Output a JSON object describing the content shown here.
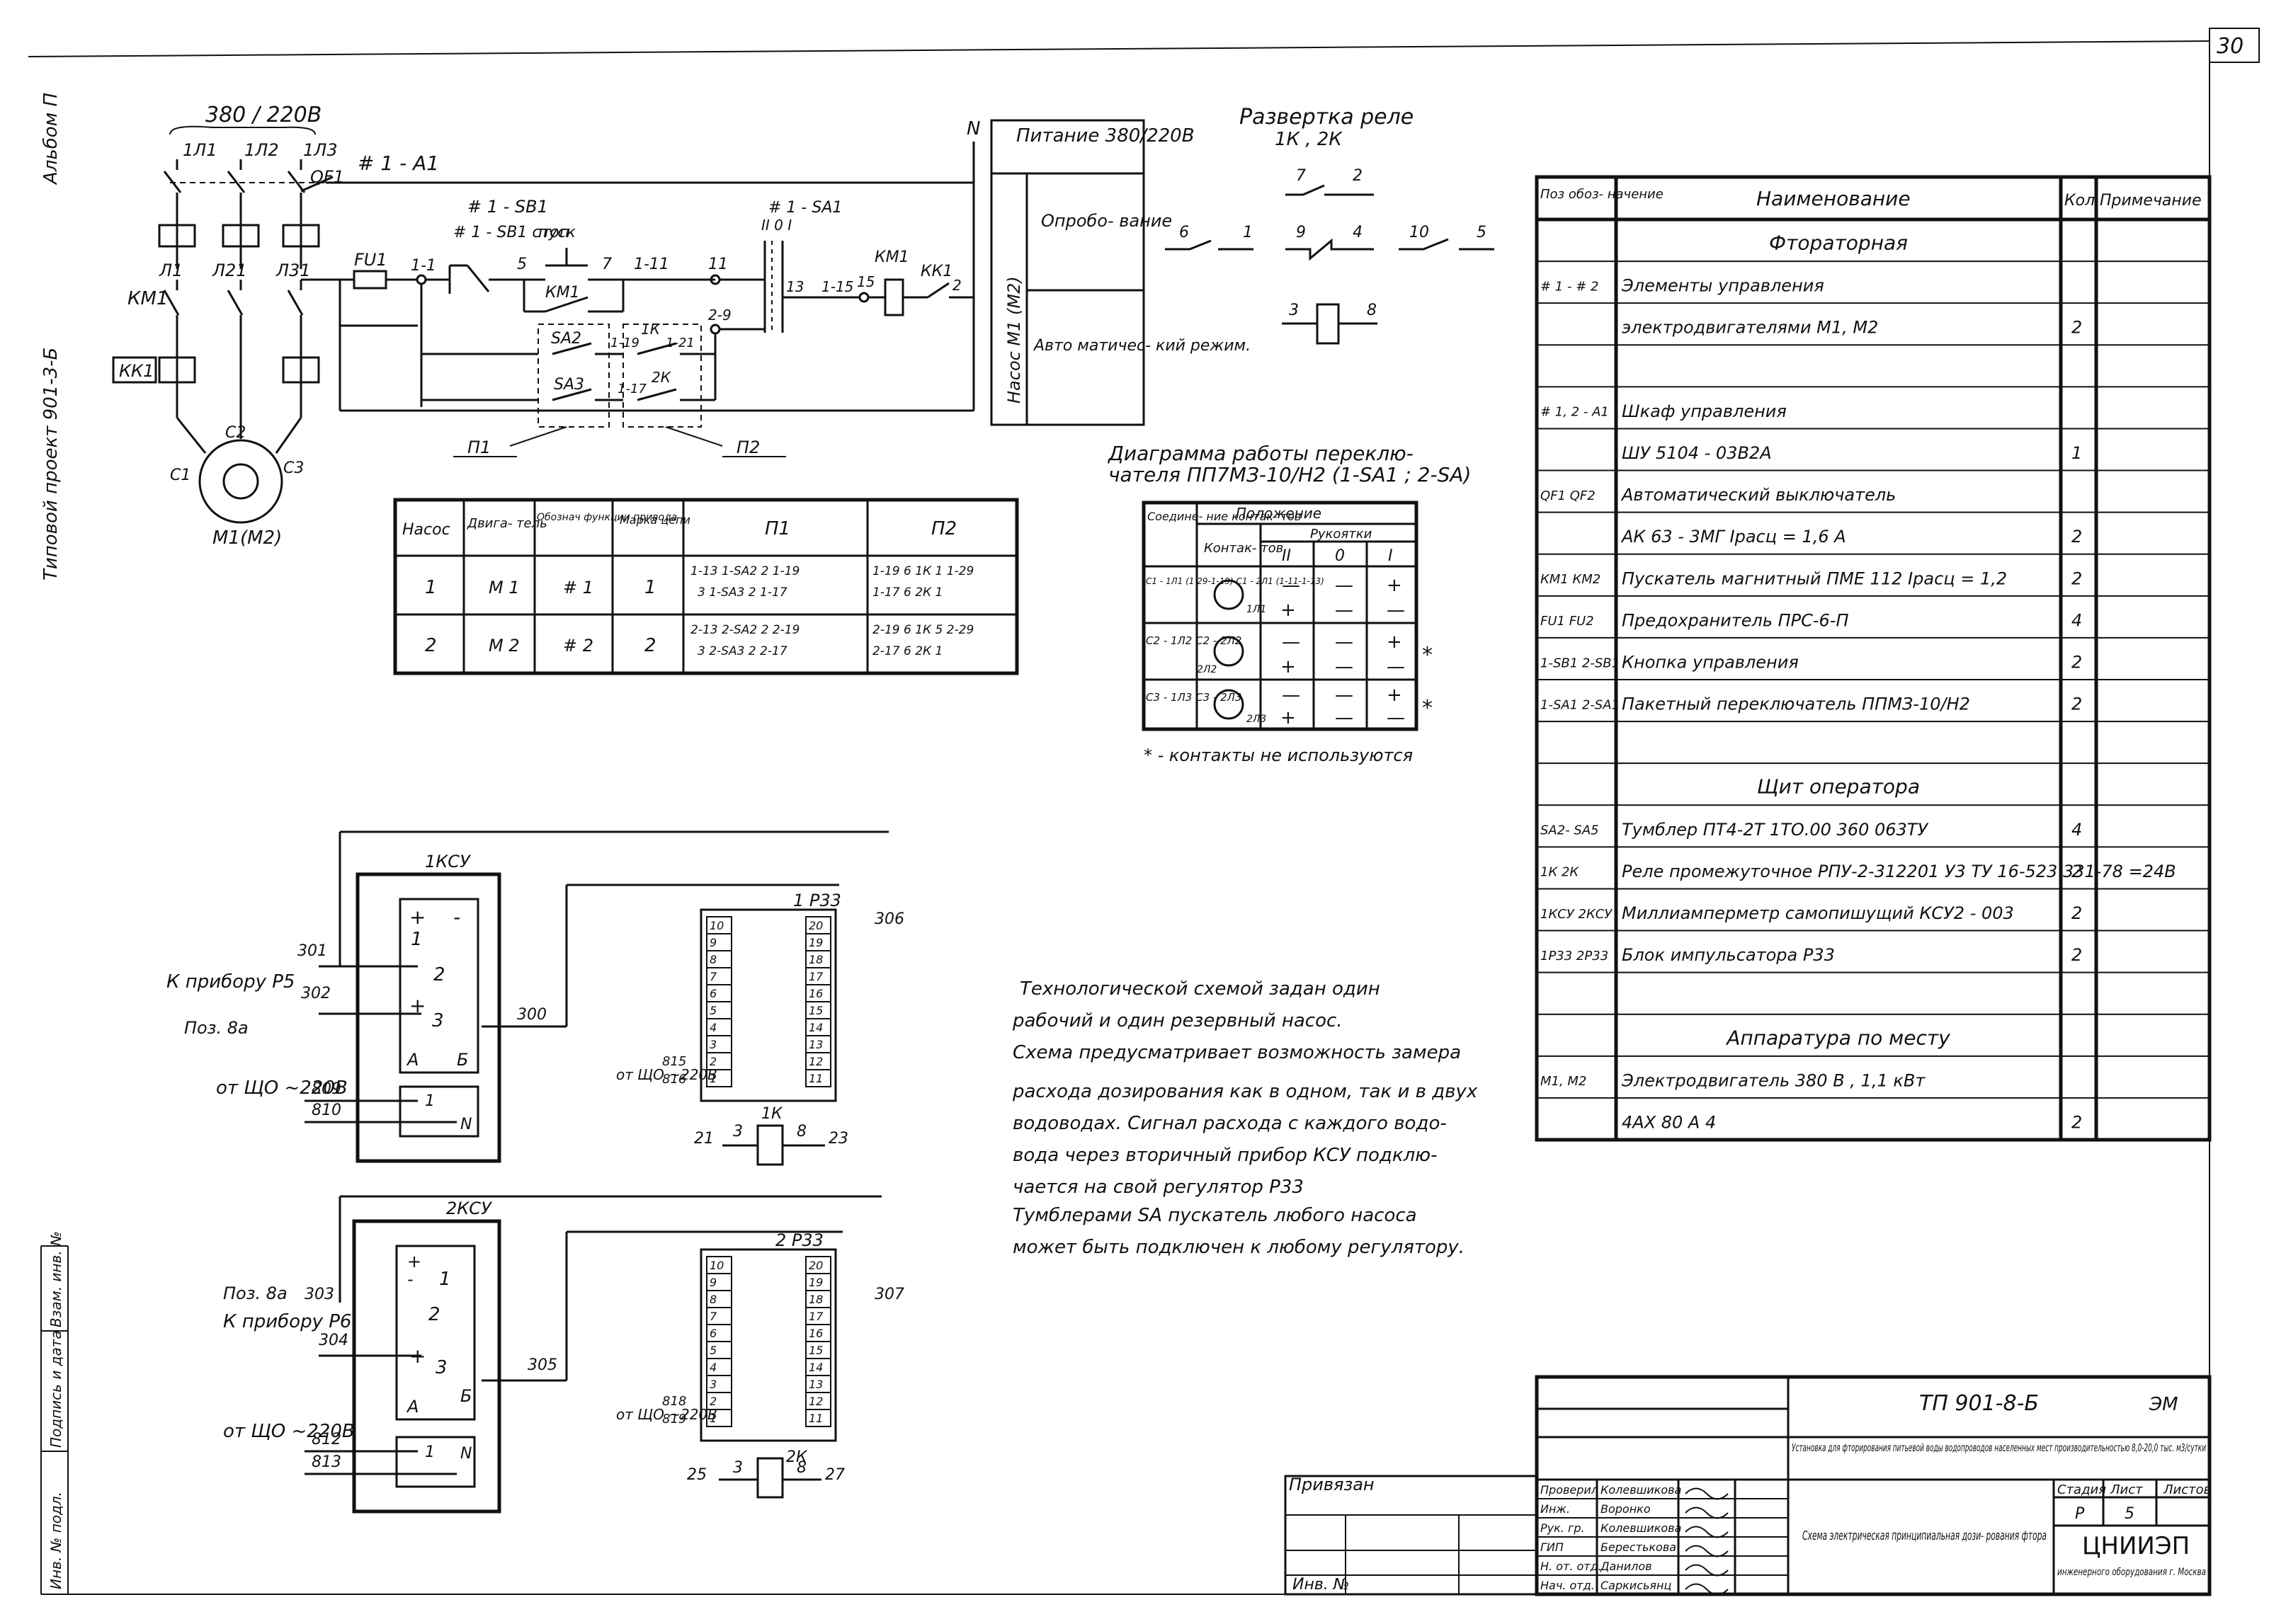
{
  "sheet": {
    "page_number": "30",
    "side_stamp": [
      "Типовой проект 901-3-Б",
      "Альбом П"
    ],
    "left_stamp": [
      "Инв. № подл.",
      "Подпись и дата",
      "Взам. инв. №"
    ]
  },
  "power": {
    "voltage_top": "380 / 220В",
    "phases": [
      "1Л1",
      "1Л2",
      "1Л3"
    ],
    "breaker": "QF1",
    "group_label": "# 1 - А1",
    "phase_labels": [
      "Л1",
      "Л21",
      "Л31"
    ],
    "contactor": "КМ1",
    "thermal": "КК1",
    "fuse": "FU1",
    "neutral": "N",
    "motor": "М1(М2)",
    "motor_terminals": [
      "С1",
      "С2",
      "С3"
    ]
  },
  "side_table": {
    "supply": "Питание 380/220В",
    "testing": "Опробо- вание",
    "pump": "Насос М1 (М2)",
    "auto": "Авто матичес- кий режим."
  },
  "control": {
    "stop_btn": "# 1 - SВ1 стоп",
    "start_btn": "пуск",
    "km_contact": "КМ1",
    "switch": "# 1 - SА1",
    "switch_pos": "II  0 I",
    "wires": [
      "1-1",
      "5",
      "7",
      "1-11",
      "11",
      "13",
      "1-15",
      "15",
      "2",
      "2-9",
      "1-19",
      "1-21",
      "1-17"
    ],
    "sa2": "SА2",
    "sa3": "SА3",
    "relay_1k": "1К",
    "relay_2k": "2К",
    "n1": "П1",
    "n2": "П2",
    "km1": "КМ1",
    "kk1": "КК1",
    "sb1_group": "# 1 - SВ1"
  },
  "relay_sweep": {
    "title": "Развертка  реле",
    "subtitle": "1К  , 2К",
    "pins": [
      "6",
      "1",
      "7",
      "2",
      "9",
      "4",
      "10",
      "5",
      "3",
      "8"
    ]
  },
  "switch_diagram": {
    "title": "Диаграмма работы переклю- чателя ПП7МЗ-10/Н2 (1-SА1 ; 2-SА)",
    "col_contacts": "Соедине- ние контак- тов",
    "col_position": "Положение",
    "col_handle": "Рукоятки",
    "col_contact": "Контак- тов",
    "positions": [
      "II",
      "0",
      "I"
    ],
    "rows": [
      {
        "contacts": "С1 - 1Л1 (1 29-1-19) С1 - 2Л1 (1-11-1-13)",
        "terminals": "1Л1",
        "marks": [
          "—",
          "—",
          "+"
        ],
        "marks2": [
          "+",
          "—",
          "—"
        ],
        "star": ""
      },
      {
        "contacts": "С2 - 1Л2 С2 - 2Л2",
        "terminals": "2Л2",
        "marks": [
          "—",
          "—",
          "+"
        ],
        "marks2": [
          "+",
          "—",
          "—"
        ],
        "star": "*"
      },
      {
        "contacts": "С3 - 1Л3 С3 - 2Л3",
        "terminals": "2Л3",
        "marks": [
          "—",
          "—",
          "+"
        ],
        "marks2": [
          "+",
          "—",
          "—"
        ],
        "star": "*"
      }
    ],
    "note": "* - контакты не используются"
  },
  "pump_table": {
    "headers": [
      "Насос",
      "Двига- тель",
      "Обознач функции привода",
      "Марка цепи",
      "П1",
      "П2"
    ],
    "rows": [
      {
        "pump": "1",
        "motor": "М 1",
        "func": "# 1",
        "circuit": "1",
        "p1": [
          "1-13  1-SА2  2  1-19",
          "3  1-SА3  2  1-17"
        ],
        "p2": [
          "1-19  6  1К  1  1-29",
          "1-17  6  2К  1"
        ]
      },
      {
        "pump": "2",
        "motor": "М 2",
        "func": "# 2",
        "circuit": "2",
        "p1": [
          "2-13  2-SА2  2  2-19",
          "3  2-SА3  2  2-17"
        ],
        "p2": [
          "2-19  6  1К  5  2-29",
          "2-17  6  2К  1"
        ]
      }
    ]
  },
  "spec": {
    "headers": [
      "Поз обоз- начение",
      "Наименование",
      "Кол",
      "Примечание"
    ],
    "rows": [
      {
        "pos": "",
        "name": "Фтораторная",
        "qty": "",
        "center": true
      },
      {
        "pos": "# 1 - # 2",
        "name": "Элементы управления",
        "qty": ""
      },
      {
        "pos": "",
        "name": "электродвигателями М1, М2",
        "qty": "2"
      },
      {
        "pos": "",
        "name": "",
        "qty": ""
      },
      {
        "pos": "# 1, 2 - А1",
        "name": "Шкаф управления",
        "qty": ""
      },
      {
        "pos": "",
        "name": "ШУ 5104 - 03В2А",
        "qty": "1"
      },
      {
        "pos": "QF1 QF2",
        "name": "Автоматический выключатель",
        "qty": ""
      },
      {
        "pos": "",
        "name": "АК 63 - 3МГ  Iрасц = 1,6 А",
        "qty": "2"
      },
      {
        "pos": "КМ1 КМ2",
        "name": "Пускатель магнитный ПМЕ 112 Iрасц = 1,2",
        "qty": "2"
      },
      {
        "pos": "FU1 FU2",
        "name": "Предохранитель ПРС-6-П",
        "qty": "4"
      },
      {
        "pos": "1-SВ1 2-SВ1",
        "name": "Кнопка управления",
        "qty": "2"
      },
      {
        "pos": "1-SА1 2-SА1",
        "name": "Пакетный переключатель ППМЗ-10/Н2",
        "qty": "2"
      },
      {
        "pos": "",
        "name": "",
        "qty": ""
      },
      {
        "pos": "",
        "name": "Щит оператора",
        "qty": "",
        "center": true
      },
      {
        "pos": "SА2- SА5",
        "name": "Тумблер ПТ4-2Т  1ТО.00 360 063ТУ",
        "qty": "4"
      },
      {
        "pos": "1К 2К",
        "name": "Реле промежуточное РПУ-2-312201 У3  ТУ 16-523 331-78  =24В",
        "qty": "2"
      },
      {
        "pos": "1КСУ 2КСУ",
        "name": "Миллиамперметр самопишущий  КСУ2 - 003",
        "qty": "2"
      },
      {
        "pos": "1Р33 2Р33",
        "name": "Блок импульсатора Р33",
        "qty": "2"
      },
      {
        "pos": "",
        "name": "",
        "qty": ""
      },
      {
        "pos": "",
        "name": "Аппаратура по месту",
        "qty": "",
        "center": true
      },
      {
        "pos": "М1, М2",
        "name": "Электродвигатель 380 В , 1,1 кВт",
        "qty": ""
      },
      {
        "pos": "",
        "name": "4АХ 80 А 4",
        "qty": "2"
      }
    ]
  },
  "ksu1": {
    "label": "1КСУ",
    "to_device": "К прибору Р5",
    "poz": "Поз. 8а",
    "wires": [
      "301",
      "302",
      "300"
    ],
    "from_shu": "от ЩО ~220В",
    "power_wires": [
      "809",
      "810"
    ],
    "terminals": [
      "+",
      "1",
      "-",
      "2",
      "+",
      "3",
      "А",
      "Б",
      "1",
      "N"
    ]
  },
  "ksu2": {
    "label": "2КСУ",
    "to_device": "К прибору Р6",
    "poz": "Поз. 8а",
    "wires": [
      "303",
      "304",
      "305"
    ],
    "from_shu": "от ЩО ~220В",
    "power_wires": [
      "812",
      "813"
    ],
    "terminals": [
      "+",
      "1",
      "-",
      "2",
      "+",
      "3",
      "А",
      "Б",
      "1",
      "N"
    ]
  },
  "rz1": {
    "label": "1 Р33",
    "left_pins": [
      "10",
      "9",
      "8",
      "7",
      "6",
      "5",
      "4",
      "3",
      "2",
      "1"
    ],
    "right_pins": [
      "20",
      "19",
      "18",
      "17",
      "16",
      "15",
      "14",
      "13",
      "12",
      "11"
    ],
    "from_shu": "от ЩО ~220В",
    "wires_in": [
      "815",
      "816"
    ],
    "out": "306",
    "relay": "1К",
    "relay_wires": [
      "21",
      "3",
      "8",
      "23"
    ]
  },
  "rz2": {
    "label": "2 Р33",
    "left_pins": [
      "10",
      "9",
      "8",
      "7",
      "6",
      "5",
      "4",
      "3",
      "2",
      "1"
    ],
    "right_pins": [
      "20",
      "19",
      "18",
      "17",
      "16",
      "15",
      "14",
      "13",
      "12",
      "11"
    ],
    "from_shu": "от ЩО ~220В",
    "wires_in": [
      "818",
      "819"
    ],
    "out": "307",
    "relay": "2К",
    "relay_wires": [
      "25",
      "3",
      "8",
      "27"
    ]
  },
  "notes": [
    "Технологической схемой задан один",
    "рабочий и один резервный насос.",
    "Схема предусматривает возможность замера",
    "расхода дозирования как в одном, так и в двух",
    "водоводах. Сигнал расхода с каждого водо-",
    "вода через вторичный прибор КСУ подклю-",
    "чается на свой регулятор Р33",
    "Тумблерами SА пускатель любого насоса",
    "может быть подключен к любому регулятору."
  ],
  "title_block": {
    "project": "ТП 901-8-Б",
    "mark": "ЭМ",
    "object": "Установка для фторирования питьевой воды водопроводов населенных мест производительностью 8,0-20,0 тыс. м3/сутки",
    "sheet_title": "Схема электрическая принципиальная дози- рования фтора",
    "stage_header": [
      "Стадия",
      "Лист",
      "Листов"
    ],
    "stage": [
      "Р",
      "5",
      ""
    ],
    "org": "ЦНИИЭП",
    "org_sub": "инженерного оборудования г. Москва",
    "binding": "Привязан",
    "inv": "Инв. №",
    "signatures": [
      {
        "role": "Проверил",
        "name": "Колевшикова"
      },
      {
        "role": "Инж.",
        "name": "Воронко"
      },
      {
        "role": "Рук. гр.",
        "name": "Колевшикова"
      },
      {
        "role": "ГИП",
        "name": "Берестькова"
      },
      {
        "role": "Н. от. отд.",
        "name": "Данилов"
      },
      {
        "role": "Нач. отд.",
        "name": "Саркисьянц"
      }
    ]
  }
}
